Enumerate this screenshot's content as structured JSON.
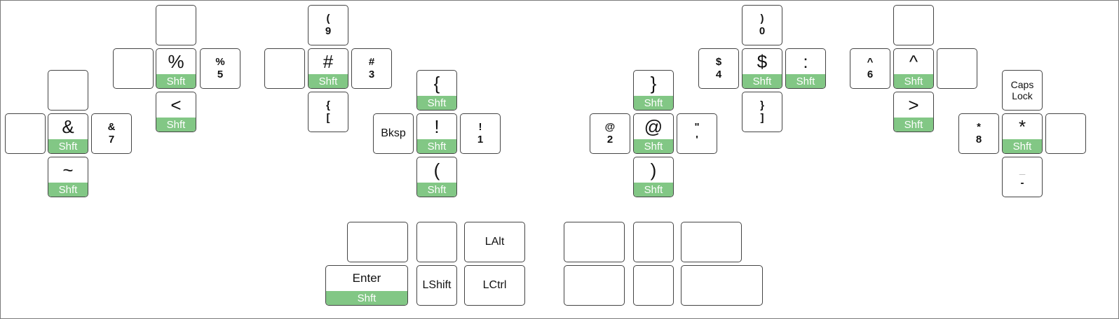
{
  "keys": {
    "tl_top": "",
    "tl_left": "",
    "pct_top": "%",
    "pct_sym": "%",
    "pct_num": "5",
    "lt_top": "<",
    "amp_top": "&",
    "amp_sym": "&",
    "amp_num": "7",
    "tilde_top": "~",
    "blank_a": "",
    "blank_b": "",
    "blank_c": "",
    "paren9_sym": "(",
    "paren9_num": "9",
    "hash_top": "#",
    "hash_sym": "#",
    "hash_num": "3",
    "brace_open_sym": "{",
    "brace_open_num": "[",
    "lbrace_top": "{",
    "bksp": "Bksp",
    "excl_top": "!",
    "excl_sym": "!",
    "excl_num": "1",
    "lparen_top": "(",
    "rbrace_top": "}",
    "at_sym": "@",
    "at_num": "2",
    "at_top": "@",
    "quote_sym": "\"",
    "quote_num": "'",
    "rparen_top": ")",
    "paren0_sym": ")",
    "paren0_num": "0",
    "dollar_sym": "$",
    "dollar_num": "4",
    "dollar_top": "$",
    "colon_top": ":",
    "brace_close_sym": "}",
    "brace_close_num": "]",
    "caret_sym": "^",
    "caret_num": "6",
    "caret_top": "^",
    "gt_top": ">",
    "caps_line1": "Caps",
    "caps_line2": "Lock",
    "star_sym": "*",
    "star_num": "8",
    "star_top": "*",
    "minus_sym": "_",
    "minus_num": "-",
    "enter": "Enter",
    "lshift": "LShift",
    "lalt": "LAlt",
    "lctrl": "LCtrl"
  },
  "shift_label": "Shft"
}
